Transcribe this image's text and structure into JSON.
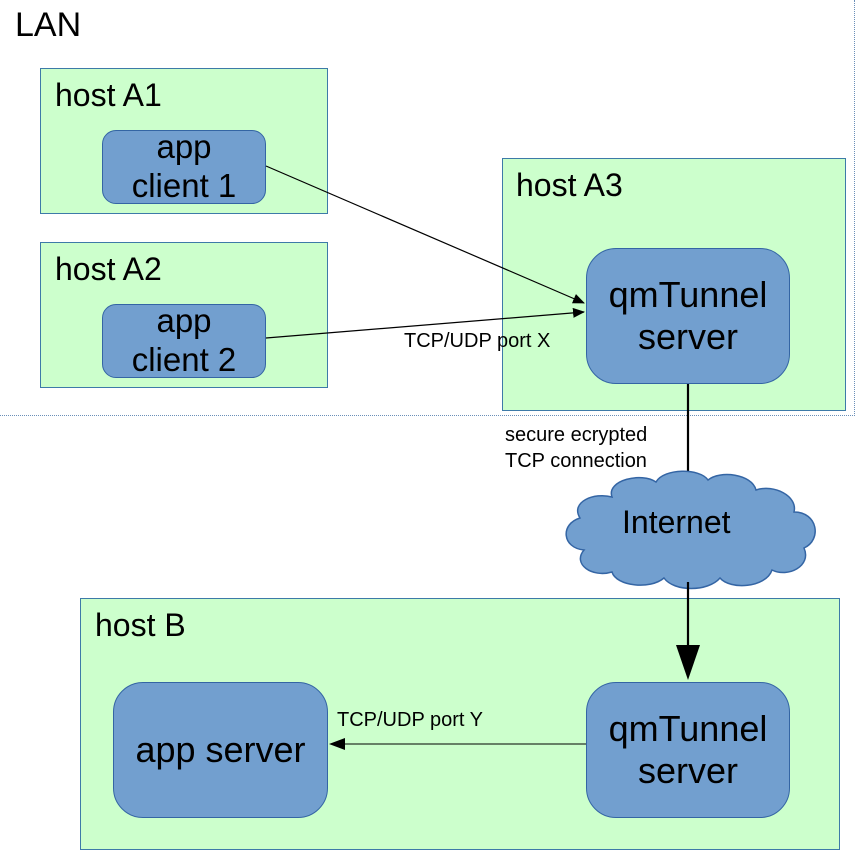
{
  "lan": {
    "label": "LAN"
  },
  "host_a1": {
    "label": "host A1",
    "node": {
      "line1": "app",
      "line2": "client 1"
    }
  },
  "host_a2": {
    "label": "host A2",
    "node": {
      "line1": "app",
      "line2": "client 2"
    }
  },
  "host_a3": {
    "label": "host A3",
    "node": {
      "line1": "qmTunnel",
      "line2": "server"
    }
  },
  "host_b": {
    "label": "host B",
    "tunnel_node": {
      "line1": "qmTunnel",
      "line2": "server"
    },
    "app_server": {
      "label": "app server"
    }
  },
  "internet": {
    "label": "Internet"
  },
  "edges": {
    "port_x": "TCP/UDP port X",
    "secure_line1": "secure ecrypted",
    "secure_line2": "TCP connection",
    "port_y": "TCP/UDP port Y"
  },
  "colors": {
    "host_fill": "#ccffcc",
    "node_fill": "#729fcf",
    "node_border": "#3465a4",
    "lan_border": "#6b8fb8"
  }
}
